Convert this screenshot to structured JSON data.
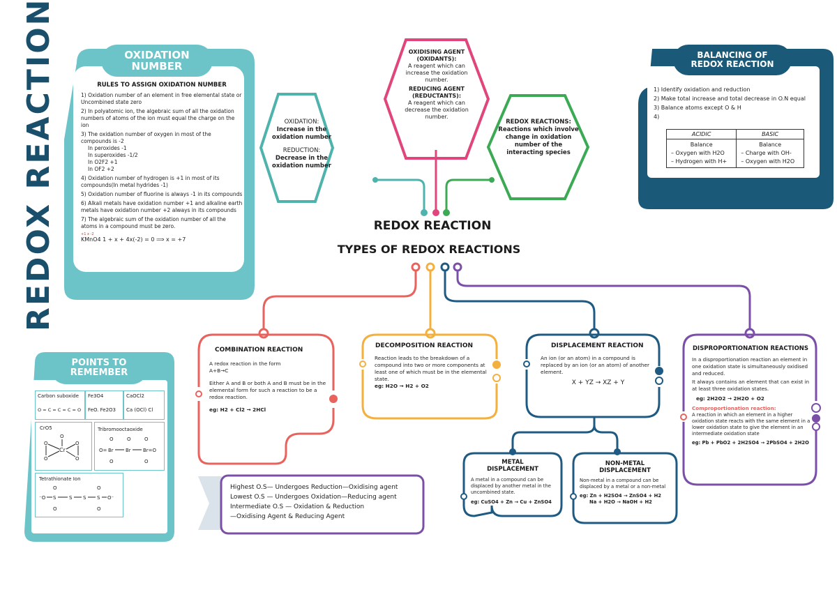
{
  "page_title": "REDOX REACTIONS",
  "oxidation_number": {
    "title_line1": "OXIDATION",
    "title_line2": "NUMBER",
    "rules_heading": "RULES TO ASSIGN OXIDATION NUMBER",
    "rules": [
      "1) Oxidation number of an element in free elemental state or Uncombined state zero",
      "2) In polyatomic ion, the algebraic sum of all the oxidation numbers of atoms of the ion must equal the charge on the ion",
      "3) The oxidation number of oxygen in most of the compounds is -2",
      "In peroxides -1",
      "In superoxides -1/2",
      "In O2F2 +1",
      "In OF2 +2",
      "4) Oxidation number of hydrogen is +1 in most of its compounds(In metal hydrides -1)",
      "5) Oxidation number of fluorine is always -1 in its compounds",
      "6) Alkali metals have oxidation number +1 and alkaline earth metals have oxidation number +2 always in its compounds",
      "7) The algebraic sum of the oxidation number of all the atoms in a compound must be zero."
    ],
    "example": "KMnO4   1 + x + 4x(-2) = 0 ⟹ x = +7",
    "example_superscript": "+1 x -2"
  },
  "points_to_remember": {
    "title_line1": "POINTS TO",
    "title_line2": "REMEMBER",
    "carbon_suboxide": "Carbon suboxide",
    "carbon_formula": "O = C = C = C = O",
    "fe3o4": "Fe3O4",
    "fe3o4_detail": "FeO. Fe2O3",
    "caocl2": "CaOCl2",
    "caocl2_detail": "Ca (OCl) Cl",
    "cro5": "CrO5",
    "tribromooctaoxide": "Tribromooctaoxide",
    "tetrathionate": "Tetrathionate Ion"
  },
  "hexagons": {
    "oxidation_label": "OXIDATION:",
    "oxidation_def": "Increase in the oxidation number",
    "reduction_label": "REDUCTION:",
    "reduction_def": "Decrease in the oxidation number",
    "oxidising_label": "OXIDISING AGENT (OXIDANTS):",
    "oxidising_def": "A reagent which can increase the oxidation number.",
    "reducing_label": "REDUCING AGENT (REDUCTANTS):",
    "reducing_def": "A reagent which can decrease the oxidation number.",
    "redox_label": "REDOX REACTIONS:",
    "redox_def": "Reactions which involve change in oxidation number of the interacting species"
  },
  "center": {
    "title": "REDOX REACTION",
    "subtitle": "TYPES OF REDOX REACTIONS"
  },
  "balancing": {
    "title_line1": "BALANCING OF",
    "title_line2": "REDOX REACTION",
    "steps": [
      "1) Identify oxidation and reduction",
      "2) Make total increase and total decrease in O.N equal",
      "3) Balance atoms except O & H",
      "4)"
    ],
    "table_headers": [
      "ACIDIC",
      "BASIC"
    ],
    "acidic": [
      "Balance",
      "– Oxygen with H2O",
      "– Hydrogen with H+"
    ],
    "basic": [
      "Balance",
      "– Charge with OH-",
      "– Oxygen with H2O"
    ]
  },
  "combination": {
    "title": "COMBINATION REACTION",
    "line1": "A redox reaction in the form",
    "line2": "A+B→C",
    "line3": "Either A and B or both A and B must be in the elemental form for such a reaction to be a redox reaction.",
    "example": "eg: H2 + Cl2 → 2HCl"
  },
  "decomposition": {
    "title": "DECOMPOSITION REACTION",
    "text": "Reaction leads to the breakdown of a compound into two or more components at least one of which must be in the elemental state.",
    "example": "eg: H2O → H2 + O2"
  },
  "displacement": {
    "title": "DISPLACEMENT REACTION",
    "text": "An ion (or an atom) in a compound is replaced by an ion (or an atom) of another element.",
    "equation": "X + YZ → XZ + Y"
  },
  "metal_displacement": {
    "title_line1": "METAL",
    "title_line2": "DISPLACEMENT",
    "text": "A metal in a compound can be displaced by another metal in the uncombined state.",
    "example": "eg: CuSO4 + Zn → Cu + ZnSO4"
  },
  "nonmetal_displacement": {
    "title_line1": "NON-METAL",
    "title_line2": "DISPLACEMENT",
    "text": "Non-metal in a compound can be displaced by a metal or a non-metal",
    "example1": "eg: Zn + H2SO4 → ZnSO4 + H2",
    "example2": "Na + H2O → NaOH + H2"
  },
  "disproportionation": {
    "title": "DISPROPORTIONATION REACTIONS",
    "text1": "In a disproportionation reaction an element in one oxidation state is simultaneously oxidised and reduced.",
    "text2": "It always contains an element that can exist in at least three oxidation states.",
    "example1": "eg: 2H2O2 → 2H2O + O2",
    "comp_title": "Comproportionation reaction:",
    "comp_text": "A reaction in which an element in a higher oxidation state reacts with the same element in a lower oxidation state to give the element in an intermediate oxidation state",
    "example2": "eg: Pb + PbO2 + 2H2SO4 → 2PbSO4 + 2H2O"
  },
  "notes": [
    "Highest O.S— Undergoes Reduction—Oxidising agent",
    "Lowest O.S — Undergoes Oxidation—Reducing agent",
    "Intermediate O.S — Oxidation & Reduction",
    "—Oxidising Agent & Reducing Agent"
  ],
  "colors": {
    "teal": "#4fb3ad",
    "pink": "#e0457b",
    "green": "#3caa55",
    "coral": "#e8625e",
    "orange": "#f4b03e",
    "navy": "#1f5a82",
    "purple": "#7b4fa8",
    "dark_teal": "#1a5a78",
    "light_teal": "#6cc4c8"
  }
}
